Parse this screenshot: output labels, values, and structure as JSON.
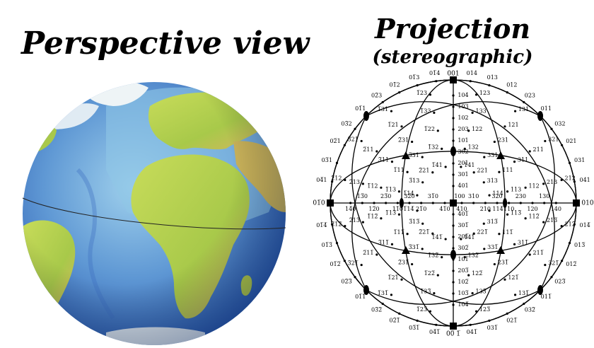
{
  "left_panel": {
    "title": "Perspective view"
  },
  "right_panel": {
    "title": "Projection",
    "subtitle": "(stereographic)"
  },
  "colors": {
    "ocean_deep": "#2f5fb4",
    "ocean_shallow": "#8fc6e6",
    "land_low": "#b9d44a",
    "land_high": "#d9b86b",
    "ice": "#f2f6f8"
  },
  "projection": {
    "poles": {
      "top": "001",
      "bottom": "00̅ 1̅",
      "left": "01̅0",
      "right": "010",
      "center": "100"
    },
    "outer_labels": [
      "01̅4",
      "01̅3",
      "01̅2",
      "02̅3",
      "01̅1",
      "03̅2",
      "02̅1",
      "03̅1",
      "04̅1",
      "014",
      "013",
      "012",
      "023",
      "011",
      "032",
      "021",
      "031",
      "041",
      "04̅1̅",
      "03̅1̅",
      "02̅1̅",
      "03̅2̅",
      "01̅1̅",
      "02̅3̅",
      "01̅2̅",
      "01̅3̅",
      "01̅4̅",
      "041̅",
      "031̅",
      "021̅",
      "032̅",
      "011̅",
      "023̅",
      "012̅",
      "013̅",
      "014̅"
    ],
    "axis_labels": {
      "vertical_upper": [
        "104",
        "103",
        "102",
        "203",
        "101",
        "302",
        "201",
        "301",
        "401"
      ],
      "vertical_lower": [
        "401̅",
        "301̅",
        "201̅",
        "302̅",
        "101̅",
        "203̅",
        "102̅",
        "103̅",
        "104̅"
      ],
      "horizontal_right": [
        "410",
        "310",
        "210",
        "320",
        "110",
        "230",
        "120",
        "130",
        "140"
      ],
      "horizontal_left": [
        "41̅0",
        "31̅0",
        "21̅0",
        "32̅0",
        "11̅0",
        "23̅0",
        "12̅0",
        "13̅0",
        "14̅0"
      ]
    },
    "quadrant_labels": {
      "upper_right": [
        "114",
        "113",
        "112",
        "213",
        "212",
        "313",
        "111",
        "311",
        "211",
        "321",
        "221",
        "331",
        "231",
        "121",
        "131",
        "141",
        "132",
        "122",
        "133",
        "123"
      ],
      "upper_left": [
        "1̅14",
        "1̅13",
        "1̅12",
        "2̅13",
        "2̅12",
        "3̅13",
        "1̅11",
        "3̅11",
        "2̅11",
        "3̅21",
        "2̅21",
        "3̅31",
        "2̅31",
        "1̅21",
        "1̅31",
        "1̅41",
        "1̅32",
        "1̅22",
        "1̅33",
        "1̅23"
      ],
      "lower_right": [
        "114̅",
        "113̅",
        "112̅",
        "213̅",
        "212̅",
        "313̅",
        "111̅",
        "311̅",
        "211̅",
        "321̅",
        "221̅",
        "331̅",
        "231̅",
        "121̅",
        "131̅",
        "141̅",
        "132̅",
        "122̅",
        "133̅",
        "123̅"
      ],
      "lower_left": [
        "1̅14̅",
        "1̅13̅",
        "1̅12̅",
        "2̅13̅",
        "2̅12̅",
        "3̅13̅",
        "1̅11̅",
        "3̅11̅",
        "2̅11̅",
        "3̅21̅",
        "2̅21̅",
        "3̅31̅",
        "2̅31̅",
        "1̅21̅",
        "1̅31̅",
        "1̅41̅",
        "1̅32̅",
        "1̅22̅",
        "1̅33̅",
        "1̅23̅"
      ]
    }
  }
}
